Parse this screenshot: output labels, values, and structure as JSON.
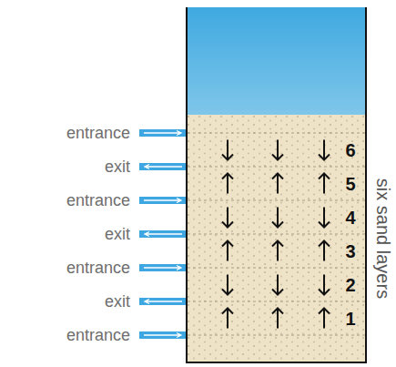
{
  "diagram": {
    "labels": [
      "entrance",
      "exit",
      "entrance",
      "exit",
      "entrance",
      "exit",
      "entrance",
      "6",
      "5",
      "4",
      "3",
      "2",
      "1",
      "six sand layers"
    ]
  }
}
